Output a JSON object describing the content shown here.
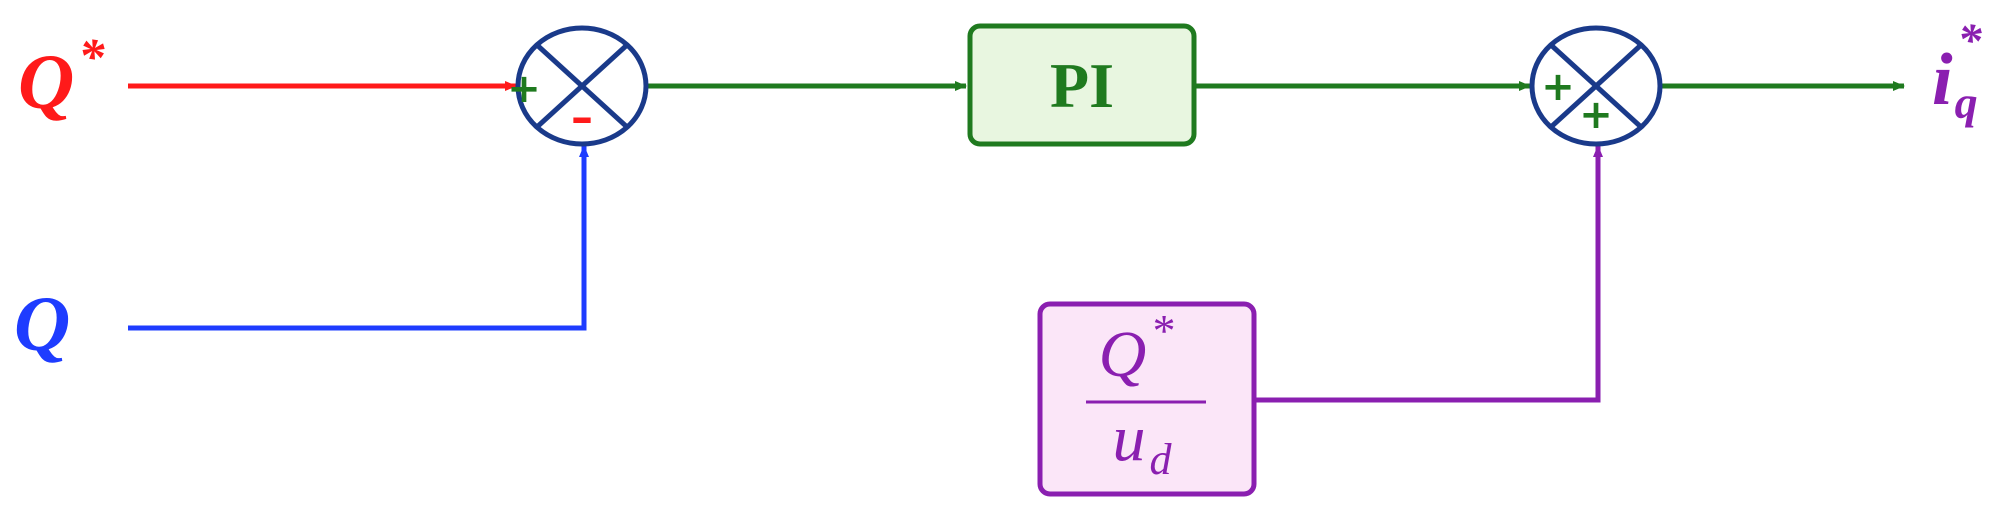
{
  "signals": {
    "q_ref": {
      "main": "Q",
      "sup": "*"
    },
    "q_meas": {
      "main": "Q"
    },
    "iq_ref": {
      "main": "i",
      "sub": "q",
      "sup": "*"
    }
  },
  "blocks": {
    "pi": {
      "label": "PI"
    },
    "feedforward": {
      "numerator": {
        "main": "Q",
        "sup": "*"
      },
      "denominator": {
        "main": "u",
        "sub": "d"
      }
    }
  },
  "summers": {
    "s1": {
      "left_sign": "+",
      "bottom_sign": "–"
    },
    "s2": {
      "left_sign": "+",
      "bottom_sign": "+"
    }
  },
  "colors": {
    "red": "#ff1a1a",
    "blue": "#1e3cff",
    "green": "#1f7a1f",
    "purple": "#8a1fb0",
    "summer_stroke": "#1a3a8a",
    "pi_fill": "#e8f6e0",
    "ff_fill": "#fbe6f8"
  }
}
